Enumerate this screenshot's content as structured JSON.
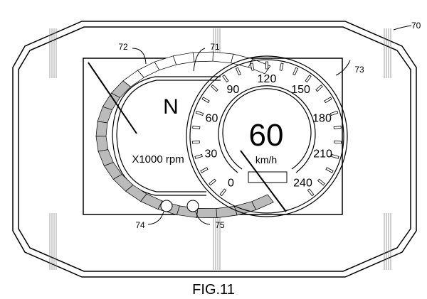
{
  "figure": {
    "caption": "FIG.11",
    "refs": {
      "housing": "70",
      "display": "71",
      "tachometer": "72",
      "speedometer": "73",
      "indicator_left": "74",
      "indicator_right": "75"
    }
  },
  "display": {
    "gear": "N",
    "rpm_unit": "X1000 rpm",
    "speed_value": "60",
    "speed_unit": "km/h",
    "speed_scale": [
      "0",
      "30",
      "60",
      "90",
      "120",
      "150",
      "180",
      "210",
      "240"
    ]
  }
}
